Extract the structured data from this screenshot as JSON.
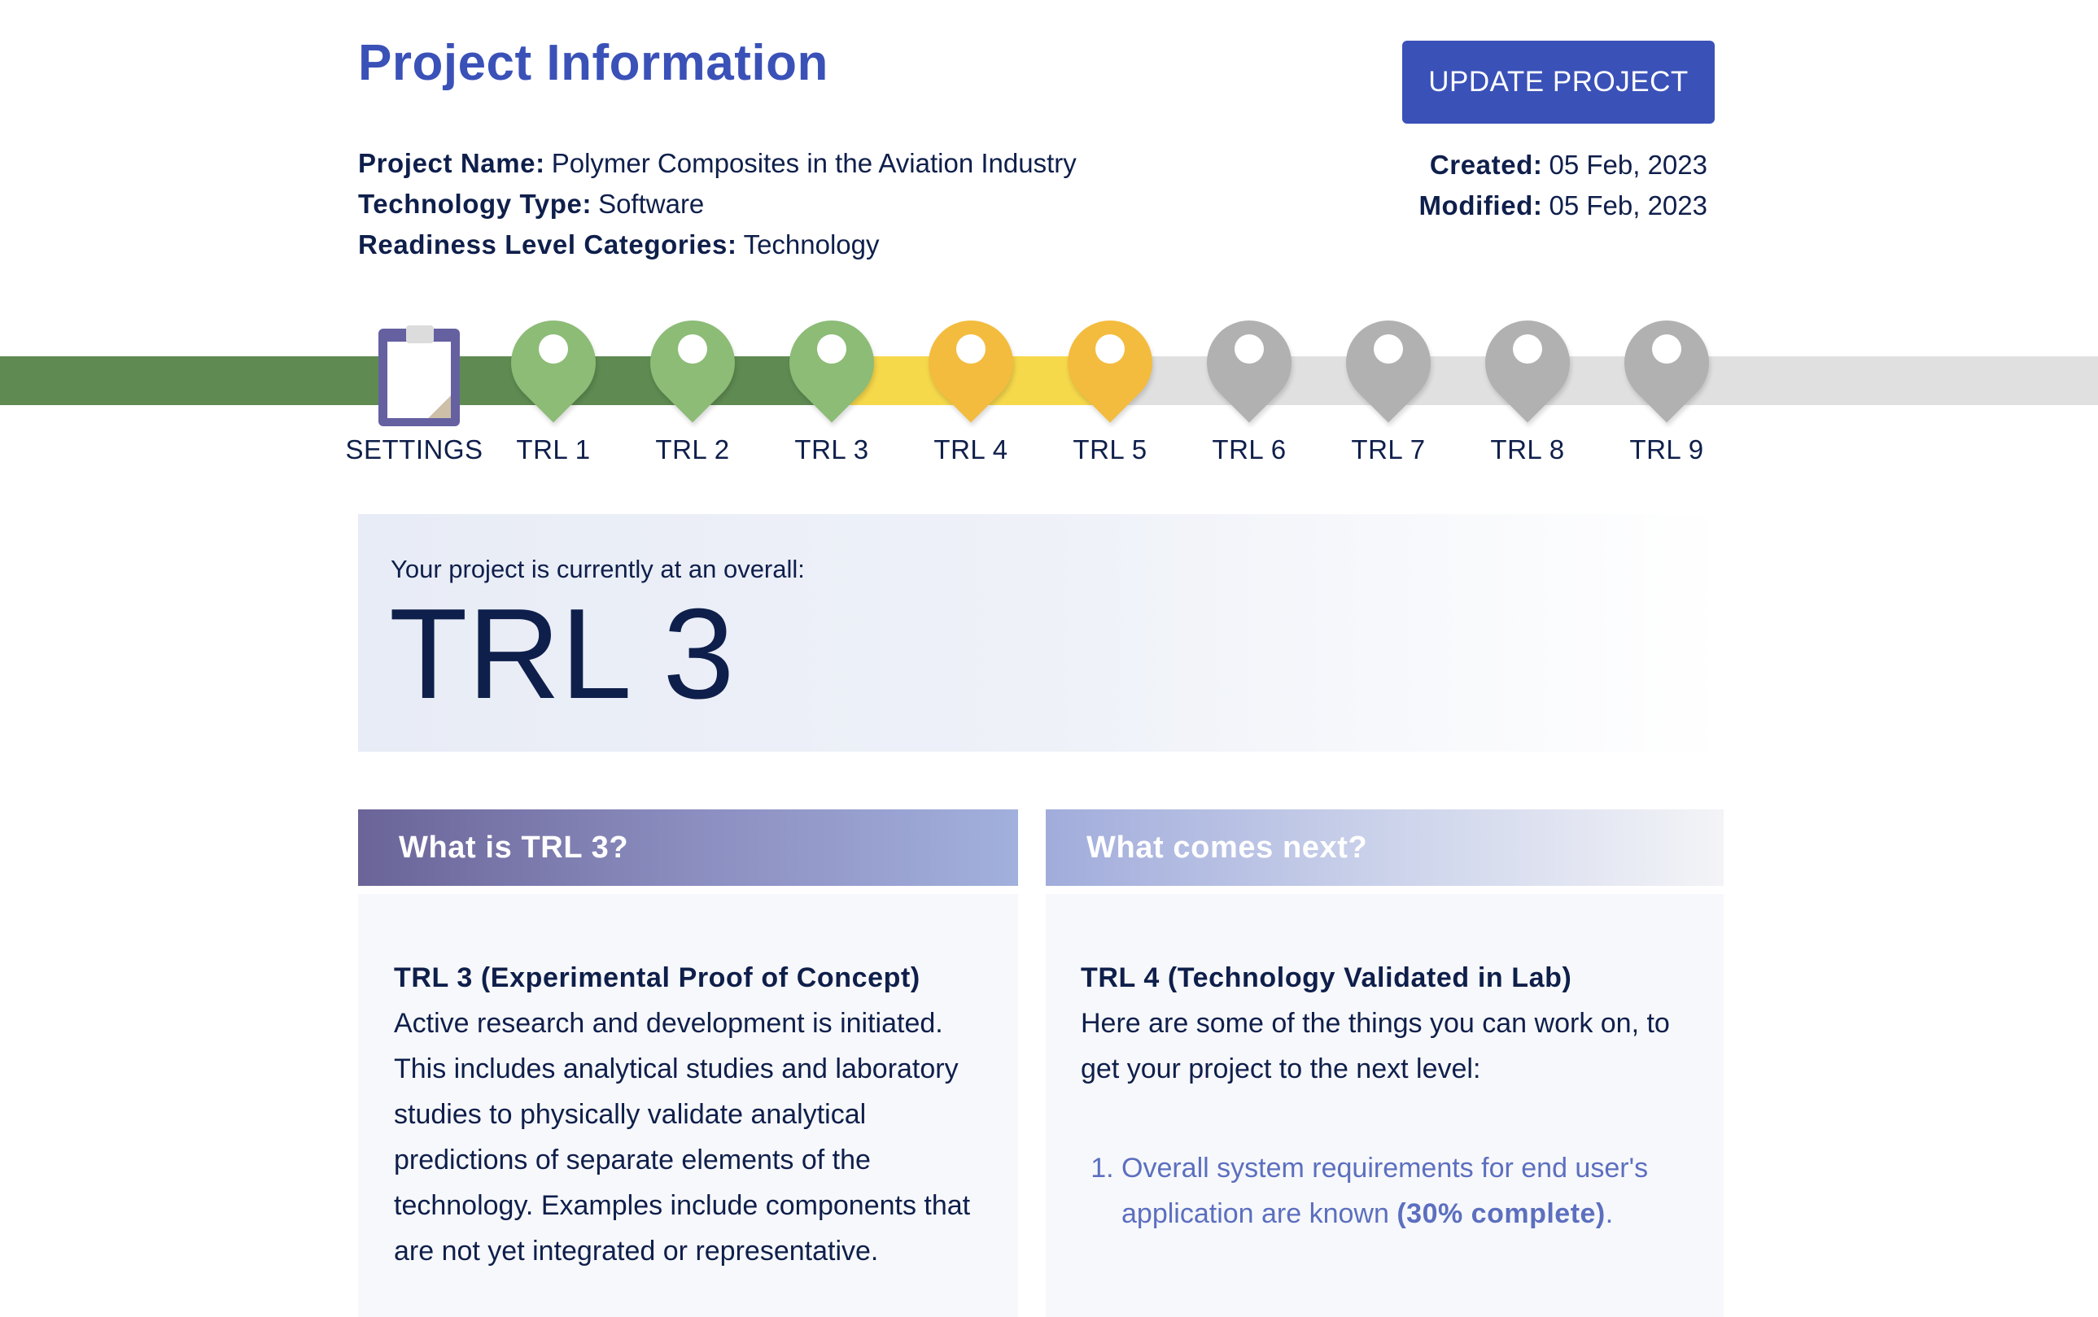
{
  "header": {
    "title": "Project Information",
    "update_label": "UPDATE PROJECT"
  },
  "meta": {
    "project_name_label": "Project Name:",
    "project_name": "Polymer Composites in the Aviation Industry",
    "technology_type_label": "Technology Type:",
    "technology_type": "Software",
    "categories_label": "Readiness Level Categories:",
    "categories": "Technology",
    "created_label": "Created:",
    "created": "05 Feb, 2023",
    "modified_label": "Modified:",
    "modified": "05 Feb, 2023"
  },
  "progress": {
    "colors": {
      "complete": "#5f8b52",
      "in_progress": "#f6d84b",
      "pending": "#e0e0e0"
    },
    "steps": [
      {
        "label": "SETTINGS",
        "icon": "clipboard-icon",
        "status": "settings"
      },
      {
        "label": "TRL 1",
        "icon": "map-pin-icon",
        "status": "complete"
      },
      {
        "label": "TRL 2",
        "icon": "map-pin-icon",
        "status": "complete"
      },
      {
        "label": "TRL 3",
        "icon": "map-pin-icon",
        "status": "complete"
      },
      {
        "label": "TRL 4",
        "icon": "map-pin-icon",
        "status": "in_progress"
      },
      {
        "label": "TRL 5",
        "icon": "map-pin-icon",
        "status": "in_progress"
      },
      {
        "label": "TRL 6",
        "icon": "map-pin-icon",
        "status": "pending"
      },
      {
        "label": "TRL 7",
        "icon": "map-pin-icon",
        "status": "pending"
      },
      {
        "label": "TRL 8",
        "icon": "map-pin-icon",
        "status": "pending"
      },
      {
        "label": "TRL 9",
        "icon": "map-pin-icon",
        "status": "pending"
      }
    ]
  },
  "overall": {
    "caption": "Your project is currently at an overall:",
    "level": "TRL 3"
  },
  "what_is": {
    "title": "What is TRL 3?",
    "subtitle": "TRL 3 (Experimental Proof of Concept)",
    "text": "Active research and development is initiated. This includes analytical studies and laboratory studies to physically validate analytical predictions of separate elements of the technology. Examples include components that are not yet integrated or representative."
  },
  "next": {
    "title": "What comes next?",
    "subtitle": "TRL 4 (Technology Validated in Lab)",
    "intro": "Here are some of the things you can work on, to get your project to the next level:",
    "items": [
      {
        "text": "Overall system requirements for end user's application are known",
        "percent": "(30% complete)"
      }
    ]
  }
}
